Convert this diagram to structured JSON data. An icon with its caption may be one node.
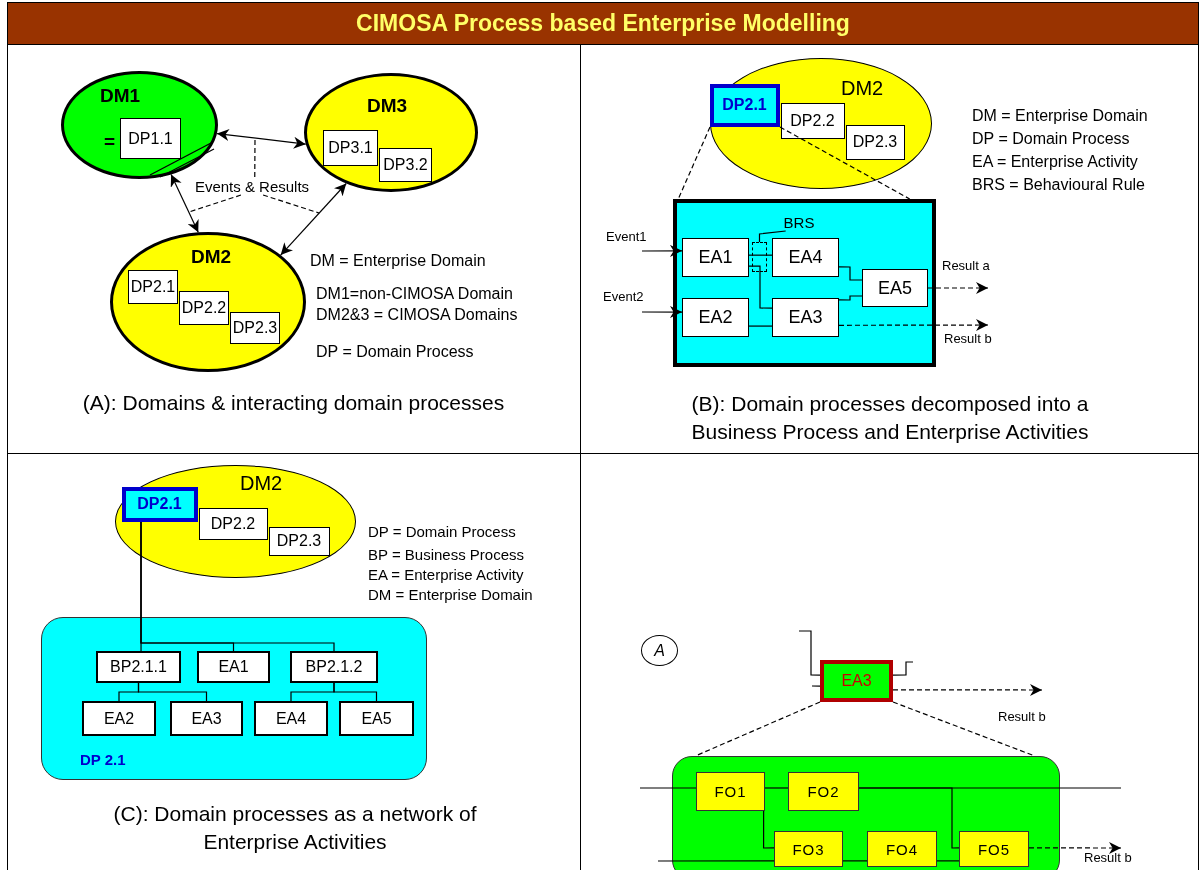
{
  "diagram": {
    "title": "CIMOSA Process based Enterprise Modelling",
    "nodes": [
      {
        "text": [
          "DM1",
          "="
        ]
      },
      {
        "text": [
          "DP1.1"
        ],
        "in": 0
      },
      {
        "text": [
          "DM3"
        ]
      },
      {
        "text": [
          "DP3.1"
        ],
        "in": 2
      },
      {
        "text": [
          "DP3.2"
        ],
        "in": 2
      },
      {
        "text": [
          "Events & Results"
        ]
      },
      {
        "text": [
          "DM2"
        ]
      },
      {
        "text": [
          "DP2.1"
        ],
        "in": 6
      },
      {
        "text": [
          "DP2.2"
        ],
        "in": 6
      },
      {
        "text": [
          "DP2.3"
        ],
        "in": 6
      },
      {
        "text": [
          "DM2"
        ]
      },
      {
        "text": [
          "DP2.1"
        ],
        "in": 10
      },
      {
        "text": [
          "DP2.2"
        ],
        "in": 10
      },
      {
        "text": [
          "DP2.3"
        ],
        "in": 10
      },
      {
        "text": [],
        "shape": "box"
      },
      {
        "text": [
          "EA1"
        ],
        "in": 14
      },
      {
        "text": [
          "EA4"
        ],
        "in": 14
      },
      {
        "text": [
          "EA5"
        ],
        "in": 14
      },
      {
        "text": [
          "EA2"
        ],
        "in": 14
      },
      {
        "text": [
          "EA3"
        ],
        "in": 14
      },
      {
        "text": [
          "BRS"
        ],
        "in": 14
      },
      {
        "text": [
          "DM2"
        ]
      },
      {
        "text": [
          "DP2.1"
        ],
        "in": 21
      },
      {
        "text": [
          "DP2.2"
        ],
        "in": 21
      },
      {
        "text": [
          "DP2.3"
        ],
        "in": 21
      },
      {
        "text": [
          "DP 2.1"
        ]
      },
      {
        "text": [
          "BP2.1.1"
        ],
        "in": 25
      },
      {
        "text": [
          "EA1"
        ],
        "in": 25
      },
      {
        "text": [
          "BP2.1.2"
        ],
        "in": 25
      },
      {
        "text": [
          "EA2"
        ],
        "in": 25
      },
      {
        "text": [
          "EA3"
        ],
        "in": 25
      },
      {
        "text": [
          "EA4"
        ],
        "in": 25
      },
      {
        "text": [
          "EA5"
        ],
        "in": 25
      },
      {
        "text": [
          "A"
        ]
      },
      {
        "text": [
          "EA3"
        ]
      },
      {
        "text": [],
        "shape": "box"
      },
      {
        "text": [
          "FO1"
        ],
        "in": 35
      },
      {
        "text": [
          "FO2"
        ],
        "in": 35
      },
      {
        "text": [
          "FO3"
        ],
        "in": 35
      },
      {
        "text": [
          "FO4"
        ],
        "in": 35
      },
      {
        "text": [
          "FO5"
        ],
        "in": 35
      },
      {
        "text": [],
        "shape": "box",
        "in": 14
      }
    ],
    "edges": [
      {
        "from": 0,
        "to": 2,
        "arrow": "both"
      },
      {
        "from": 0,
        "to": 6,
        "arrow": "both"
      },
      {
        "from": 2,
        "to": 6,
        "arrow": "both"
      },
      {
        "from": 5,
        "to": null,
        "arrow": "none",
        "style": "dashed"
      },
      {
        "from": 5,
        "to": null,
        "arrow": "none",
        "style": "dashed"
      },
      {
        "from": 5,
        "to": null,
        "arrow": "none",
        "style": "dashed"
      },
      {
        "from": 11,
        "to": 14,
        "arrow": "none",
        "style": "dashed"
      },
      {
        "from": 11,
        "to": 14,
        "arrow": "none",
        "style": "dashed"
      },
      {
        "from": null,
        "to": 15,
        "arrow": "to",
        "label": "Event1"
      },
      {
        "from": null,
        "to": 18,
        "arrow": "to",
        "label": "Event2"
      },
      {
        "from": 15,
        "to": 16,
        "arrow": "none"
      },
      {
        "from": 15,
        "to": 19,
        "arrow": "none"
      },
      {
        "from": 16,
        "to": 17,
        "arrow": "none"
      },
      {
        "from": 19,
        "to": 17,
        "arrow": "none"
      },
      {
        "from": 18,
        "to": 19,
        "arrow": "none"
      },
      {
        "from": 17,
        "to": null,
        "arrow": "to",
        "style": "dashed",
        "label": "Result a"
      },
      {
        "from": 19,
        "to": null,
        "arrow": "to",
        "style": "dashed",
        "label": "Result b"
      },
      {
        "from": 20,
        "to": 41,
        "arrow": "none"
      },
      {
        "from": 22,
        "to": 26,
        "arrow": "none"
      },
      {
        "from": 22,
        "to": 27,
        "arrow": "none"
      },
      {
        "from": 22,
        "to": 28,
        "arrow": "none"
      },
      {
        "from": 26,
        "to": 29,
        "arrow": "none"
      },
      {
        "from": 26,
        "to": 30,
        "arrow": "none"
      },
      {
        "from": 28,
        "to": 31,
        "arrow": "none"
      },
      {
        "from": 28,
        "to": 32,
        "arrow": "none"
      },
      {
        "from": 34,
        "to": null,
        "arrow": "to",
        "style": "dashed",
        "label": "Result b"
      },
      {
        "from": 34,
        "to": 35,
        "arrow": "none",
        "style": "dashed"
      },
      {
        "from": 34,
        "to": 35,
        "arrow": "none",
        "style": "dashed"
      },
      {
        "from": null,
        "to": 34,
        "arrow": "none"
      },
      {
        "from": null,
        "to": 34,
        "arrow": "none"
      },
      {
        "from": 34,
        "to": null,
        "arrow": "none"
      },
      {
        "from": null,
        "to": 36,
        "arrow": "none"
      },
      {
        "from": 36,
        "to": 37,
        "arrow": "none"
      },
      {
        "from": 37,
        "to": null,
        "arrow": "none"
      },
      {
        "from": 37,
        "to": 40,
        "arrow": "none"
      },
      {
        "from": 36,
        "to": 38,
        "arrow": "none"
      },
      {
        "from": null,
        "to": 38,
        "arrow": "none"
      },
      {
        "from": 38,
        "to": 39,
        "arrow": "none"
      },
      {
        "from": 39,
        "to": 40,
        "arrow": "none"
      },
      {
        "from": 40,
        "to": null,
        "arrow": "to",
        "style": "dashed",
        "label": "Result b"
      }
    ],
    "labels": [
      "DM = Enterprise Domain",
      "DM1=non-CIMOSA Domain",
      "DM2&3 = CIMOSA Domains",
      "DP = Domain Process",
      "(A): Domains & interacting domain processes",
      "DM = Enterprise Domain",
      "DP = Domain Process",
      "EA = Enterprise Activity",
      "BRS = Behavioural Rule",
      "(B): Domain processes decomposed into a Business Process and Enterprise Activities",
      "DP = Domain Process",
      "BP = Business Process",
      "EA = Enterprise Activity",
      "DM = Enterprise Domain",
      "(C): Domain processes as a network of Enterprise Activities"
    ]
  }
}
